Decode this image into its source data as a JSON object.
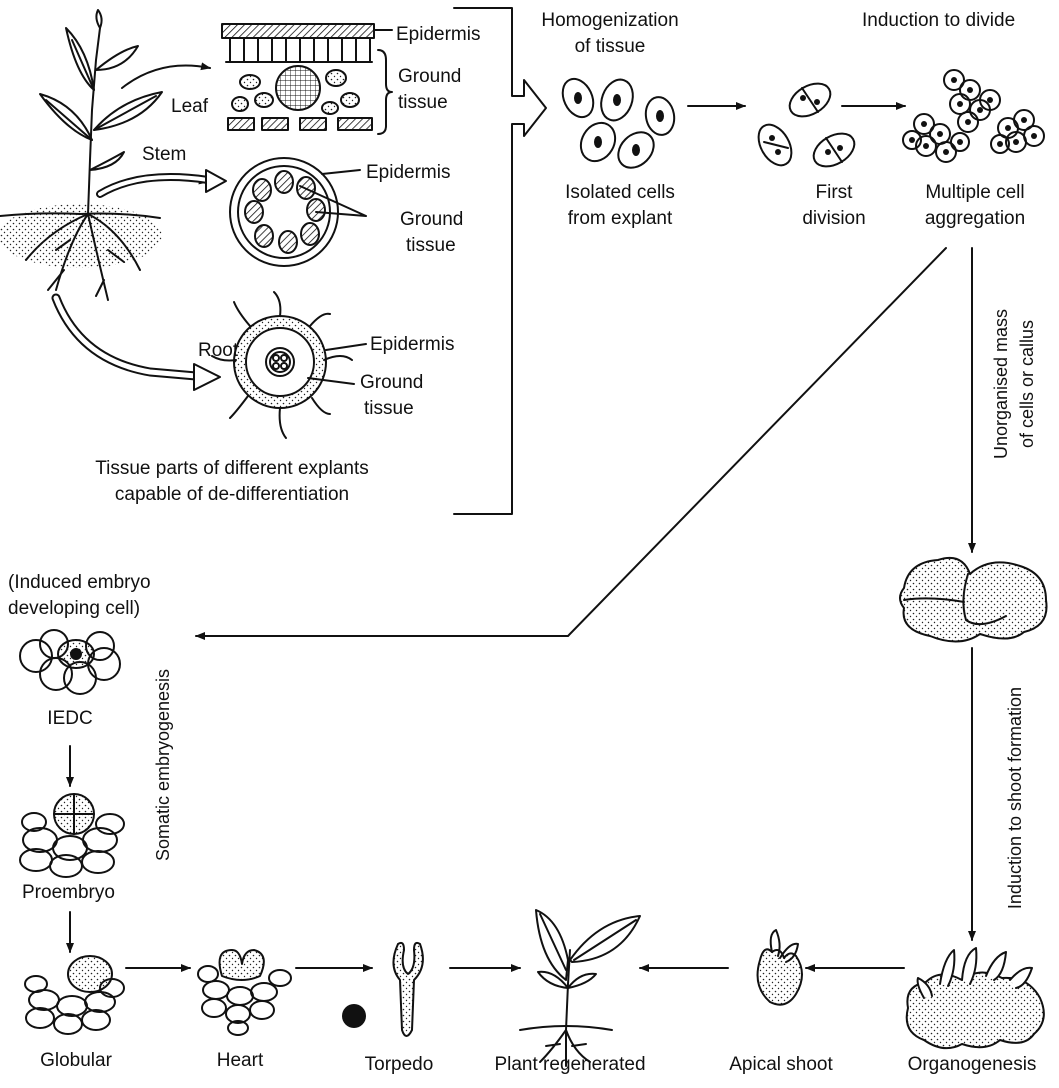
{
  "explants": {
    "leaf": "Leaf",
    "stem": "Stem",
    "root": "Root",
    "leaf_epidermis": "Epidermis",
    "leaf_ground_1": "Ground",
    "leaf_ground_2": "tissue",
    "stem_epidermis": "Epidermis",
    "stem_ground_1": "Ground",
    "stem_ground_2": "tissue",
    "root_epidermis": "Epidermis",
    "root_ground_1": "Ground",
    "root_ground_2": "tissue",
    "caption_1": "Tissue parts of different explants",
    "caption_2": "capable of de-differentiation"
  },
  "culture": {
    "homogenization_1": "Homogenization",
    "homogenization_2": "of tissue",
    "induction_divide": "Induction to divide",
    "isolated_1": "Isolated cells",
    "isolated_2": "from explant",
    "first_1": "First",
    "first_2": "division",
    "multiple_1": "Multiple cell",
    "multiple_2": "aggregation",
    "callus_1": "Unorganised mass",
    "callus_2": "of cells or callus",
    "shoot_induction": "Induction to shoot formation"
  },
  "embryogenesis": {
    "induced_1": "(Induced embryo",
    "induced_2": "developing cell)",
    "iedc": "IEDC",
    "somatic": "Somatic embryogenesis",
    "proembryo": "Proembryo",
    "globular": "Globular",
    "heart": "Heart",
    "torpedo": "Torpedo",
    "plant": "Plant regenerated",
    "apical": "Apical shoot",
    "organogenesis": "Organogenesis"
  }
}
